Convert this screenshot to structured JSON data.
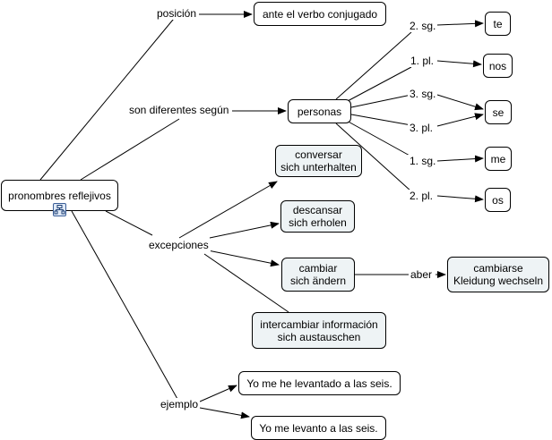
{
  "nodes": {
    "pronombres": "pronombres reflejivos",
    "ante_verbo": "ante el verbo conjugado",
    "personas": "personas",
    "te": "te",
    "nos": "nos",
    "se": "se",
    "me": "me",
    "os": "os",
    "conversar": [
      "conversar",
      "sich unterhalten"
    ],
    "descansar": [
      "descansar",
      "sich erholen"
    ],
    "cambiar": [
      "cambiar",
      "sich ändern"
    ],
    "cambiarse": [
      "cambiarse",
      "Kleidung wechseln"
    ],
    "intercambiar": [
      "intercambiar información",
      "sich austauschen"
    ],
    "ejemplo1": "Yo me he levantado a las seis.",
    "ejemplo2": "Yo me levanto a las seis."
  },
  "linking_phrases": {
    "posicion": "posición",
    "son_diferentes": "son diferentes según",
    "excepciones": "excepciones",
    "ejemplo": "ejemplo",
    "aber": "aber",
    "sg2": "2. sg.",
    "pl1": "1. pl.",
    "sg3": "3. sg.",
    "pl3": "3. pl.",
    "sg1": "1. sg.",
    "pl2": "2. pl."
  },
  "icons": {
    "resource": "concept-map-resource-icon"
  }
}
